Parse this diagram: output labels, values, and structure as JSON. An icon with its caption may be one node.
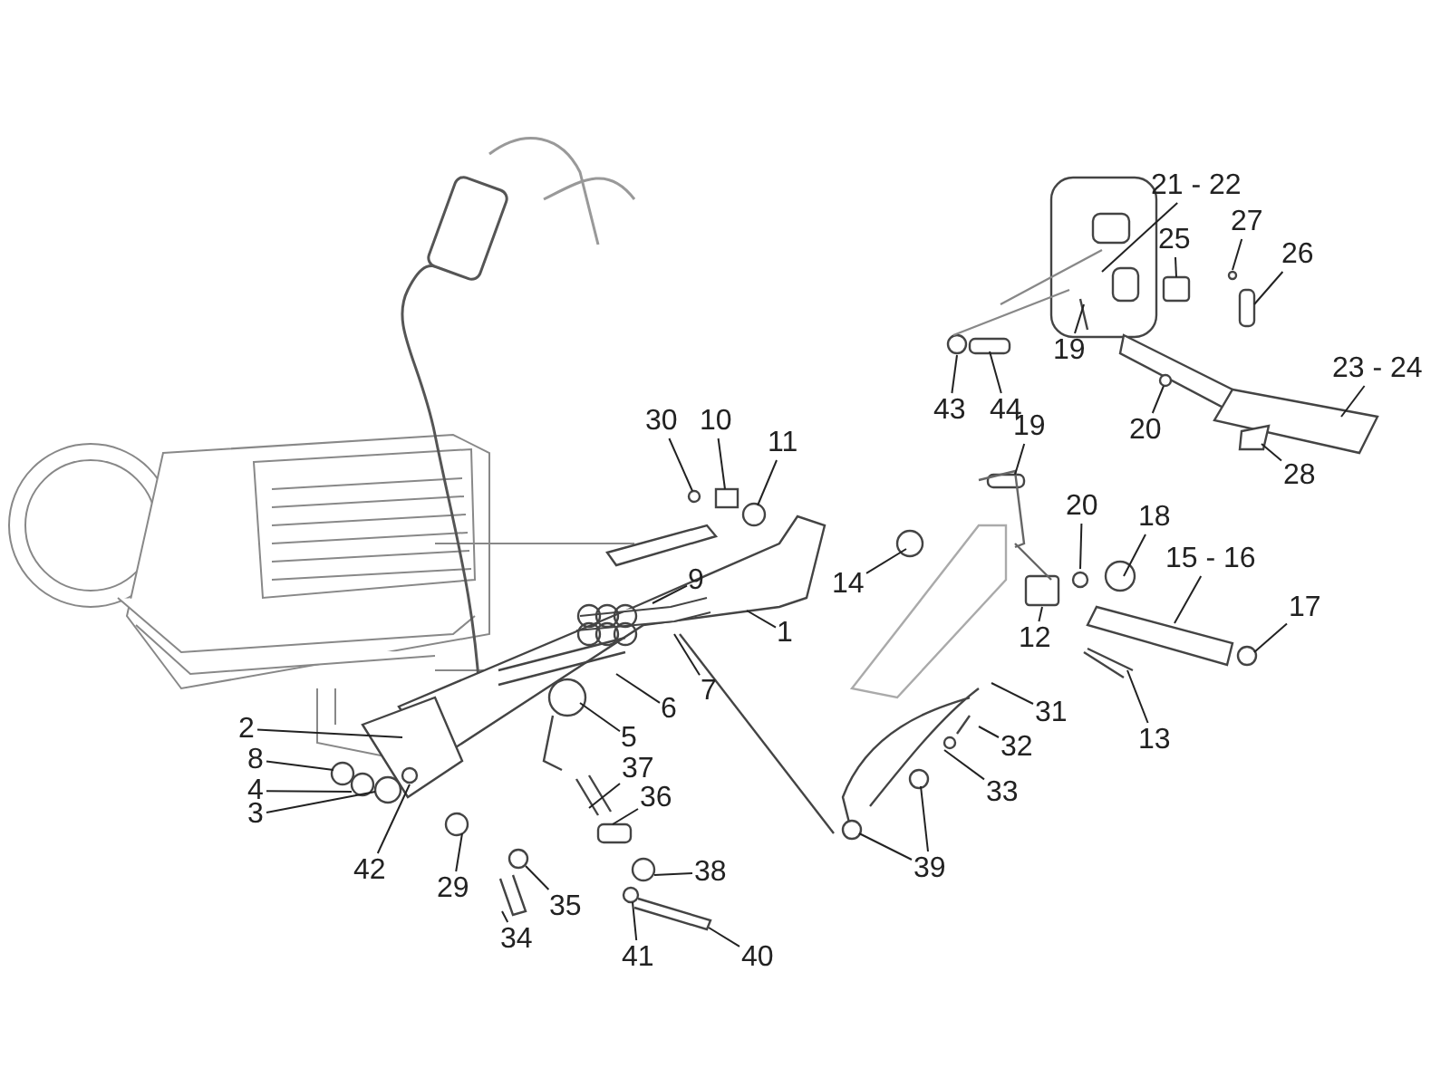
{
  "diagram": {
    "nodes": [
      {
        "text": [
          "21 - 22"
        ]
      },
      {
        "text": [
          "27"
        ]
      },
      {
        "text": [
          "25"
        ]
      },
      {
        "text": [
          "26"
        ]
      },
      {
        "text": [
          "19"
        ]
      },
      {
        "text": [
          "23 - 24"
        ]
      },
      {
        "text": [
          "43"
        ]
      },
      {
        "text": [
          "44"
        ]
      },
      {
        "text": [
          "20"
        ]
      },
      {
        "text": [
          "30"
        ]
      },
      {
        "text": [
          "10"
        ]
      },
      {
        "text": [
          "11"
        ]
      },
      {
        "text": [
          "19"
        ]
      },
      {
        "text": [
          "28"
        ]
      },
      {
        "text": [
          "20"
        ]
      },
      {
        "text": [
          "18"
        ]
      },
      {
        "text": [
          "15 - 16"
        ]
      },
      {
        "text": [
          "14"
        ]
      },
      {
        "text": [
          "9"
        ]
      },
      {
        "text": [
          "17"
        ]
      },
      {
        "text": [
          "1"
        ]
      },
      {
        "text": [
          "12"
        ]
      },
      {
        "text": [
          "7"
        ]
      },
      {
        "text": [
          "6"
        ]
      },
      {
        "text": [
          "31"
        ]
      },
      {
        "text": [
          "2"
        ]
      },
      {
        "text": [
          "5"
        ]
      },
      {
        "text": [
          "13"
        ]
      },
      {
        "text": [
          "32"
        ]
      },
      {
        "text": [
          "8"
        ]
      },
      {
        "text": [
          "37"
        ]
      },
      {
        "text": [
          "4"
        ]
      },
      {
        "text": [
          "33"
        ]
      },
      {
        "text": [
          "36"
        ]
      },
      {
        "text": [
          "3"
        ]
      },
      {
        "text": [
          "42"
        ]
      },
      {
        "text": [
          "38"
        ]
      },
      {
        "text": [
          "39"
        ]
      },
      {
        "text": [
          "29"
        ]
      },
      {
        "text": [
          "35"
        ]
      },
      {
        "text": [
          "34"
        ]
      },
      {
        "text": [
          "41"
        ]
      },
      {
        "text": [
          "40"
        ]
      }
    ],
    "edges": [
      {
        "from": 0,
        "to": null,
        "arrow": "none"
      },
      {
        "from": 1,
        "to": null,
        "arrow": "none"
      },
      {
        "from": 2,
        "to": null,
        "arrow": "none"
      },
      {
        "from": 3,
        "to": null,
        "arrow": "none"
      },
      {
        "from": 4,
        "to": null,
        "arrow": "none"
      },
      {
        "from": 5,
        "to": null,
        "arrow": "none"
      },
      {
        "from": 6,
        "to": null,
        "arrow": "none"
      },
      {
        "from": 7,
        "to": null,
        "arrow": "none"
      },
      {
        "from": 8,
        "to": null,
        "arrow": "none"
      },
      {
        "from": 9,
        "to": null,
        "arrow": "none"
      },
      {
        "from": 10,
        "to": null,
        "arrow": "none"
      },
      {
        "from": 11,
        "to": null,
        "arrow": "none"
      },
      {
        "from": 12,
        "to": null,
        "arrow": "none"
      },
      {
        "from": 13,
        "to": null,
        "arrow": "none"
      },
      {
        "from": 14,
        "to": null,
        "arrow": "none"
      },
      {
        "from": 15,
        "to": null,
        "arrow": "none"
      },
      {
        "from": 16,
        "to": null,
        "arrow": "none"
      },
      {
        "from": 17,
        "to": null,
        "arrow": "none"
      },
      {
        "from": 18,
        "to": null,
        "arrow": "none"
      },
      {
        "from": 19,
        "to": null,
        "arrow": "none"
      },
      {
        "from": 20,
        "to": null,
        "arrow": "none"
      },
      {
        "from": 21,
        "to": null,
        "arrow": "none"
      },
      {
        "from": 22,
        "to": null,
        "arrow": "none"
      },
      {
        "from": 23,
        "to": null,
        "arrow": "none"
      },
      {
        "from": 24,
        "to": null,
        "arrow": "none"
      },
      {
        "from": 25,
        "to": null,
        "arrow": "none"
      },
      {
        "from": 26,
        "to": null,
        "arrow": "none"
      },
      {
        "from": 27,
        "to": null,
        "arrow": "none"
      },
      {
        "from": 28,
        "to": null,
        "arrow": "none"
      },
      {
        "from": 29,
        "to": null,
        "arrow": "none"
      },
      {
        "from": 30,
        "to": null,
        "arrow": "none"
      },
      {
        "from": 31,
        "to": null,
        "arrow": "none"
      },
      {
        "from": 32,
        "to": null,
        "arrow": "none"
      },
      {
        "from": 33,
        "to": null,
        "arrow": "none"
      },
      {
        "from": 34,
        "to": null,
        "arrow": "none"
      },
      {
        "from": 35,
        "to": null,
        "arrow": "none"
      },
      {
        "from": 36,
        "to": null,
        "arrow": "none"
      },
      {
        "from": 37,
        "to": null,
        "arrow": "none"
      },
      {
        "from": 37,
        "to": null,
        "arrow": "none"
      },
      {
        "from": 38,
        "to": null,
        "arrow": "none"
      },
      {
        "from": 39,
        "to": null,
        "arrow": "none"
      },
      {
        "from": 40,
        "to": null,
        "arrow": "none"
      },
      {
        "from": 41,
        "to": null,
        "arrow": "none"
      },
      {
        "from": 42,
        "to": null,
        "arrow": "none"
      }
    ]
  }
}
